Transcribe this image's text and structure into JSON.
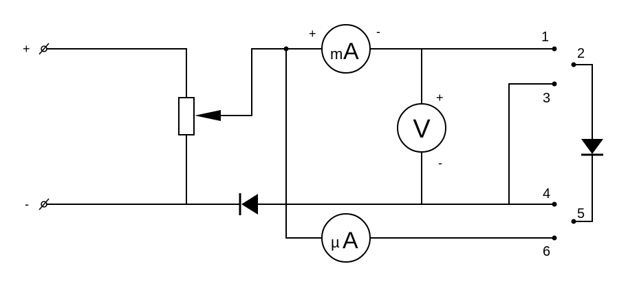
{
  "supply": {
    "plus_label": "+",
    "minus_label": "-"
  },
  "meters": {
    "top_ma": {
      "prefix": "m",
      "unit": "A",
      "plus": "+",
      "minus": "-"
    },
    "voltmeter": {
      "unit": "V",
      "plus": "+",
      "minus": "-"
    },
    "bottom_ua": {
      "prefix": "µ",
      "unit": "A"
    }
  },
  "terminals": [
    "1",
    "2",
    "3",
    "4",
    "5",
    "6"
  ]
}
